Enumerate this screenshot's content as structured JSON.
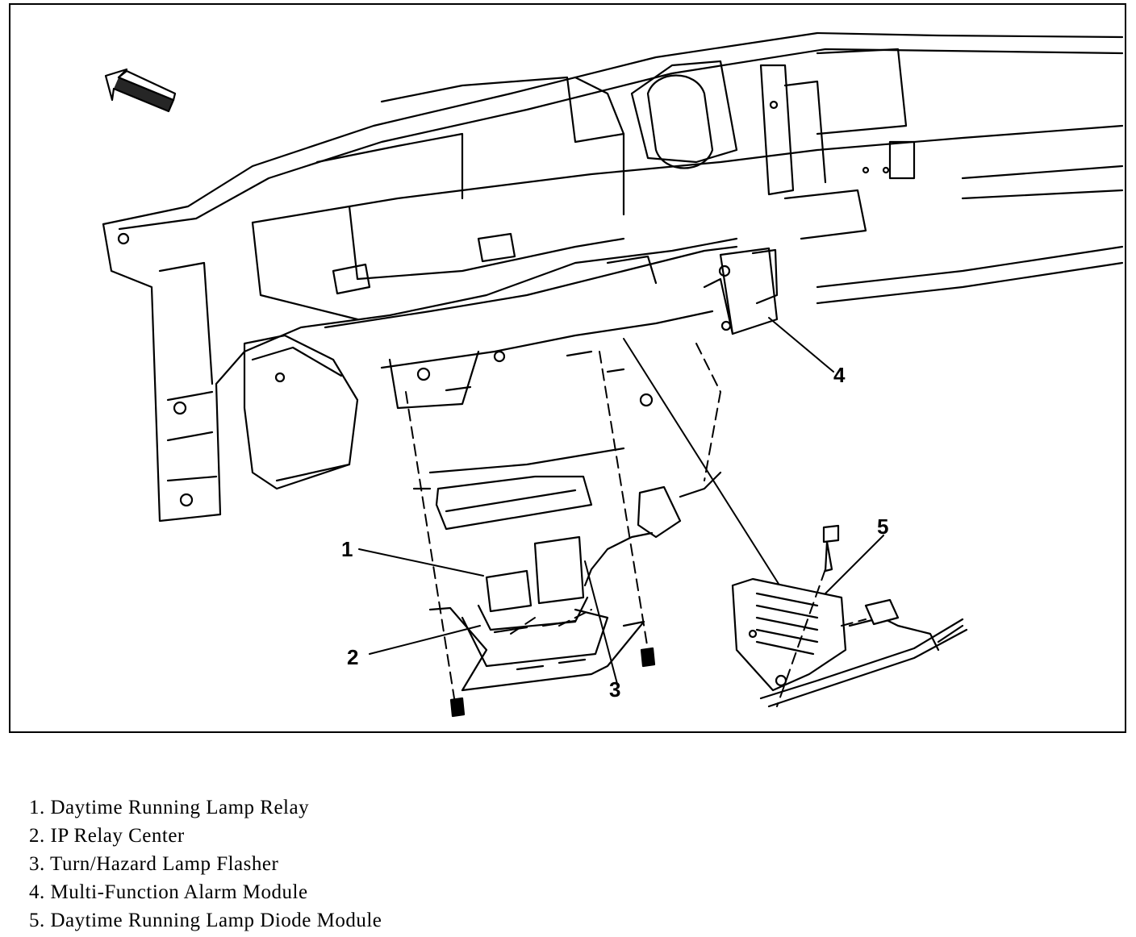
{
  "callouts": [
    "1",
    "2",
    "3",
    "4",
    "5"
  ],
  "legend": [
    "1. Daytime Running Lamp Relay",
    "2. IP Relay Center",
    "3. Turn/Hazard Lamp Flasher",
    "4. Multi-Function Alarm Module",
    "5. Daytime Running Lamp Diode Module"
  ]
}
